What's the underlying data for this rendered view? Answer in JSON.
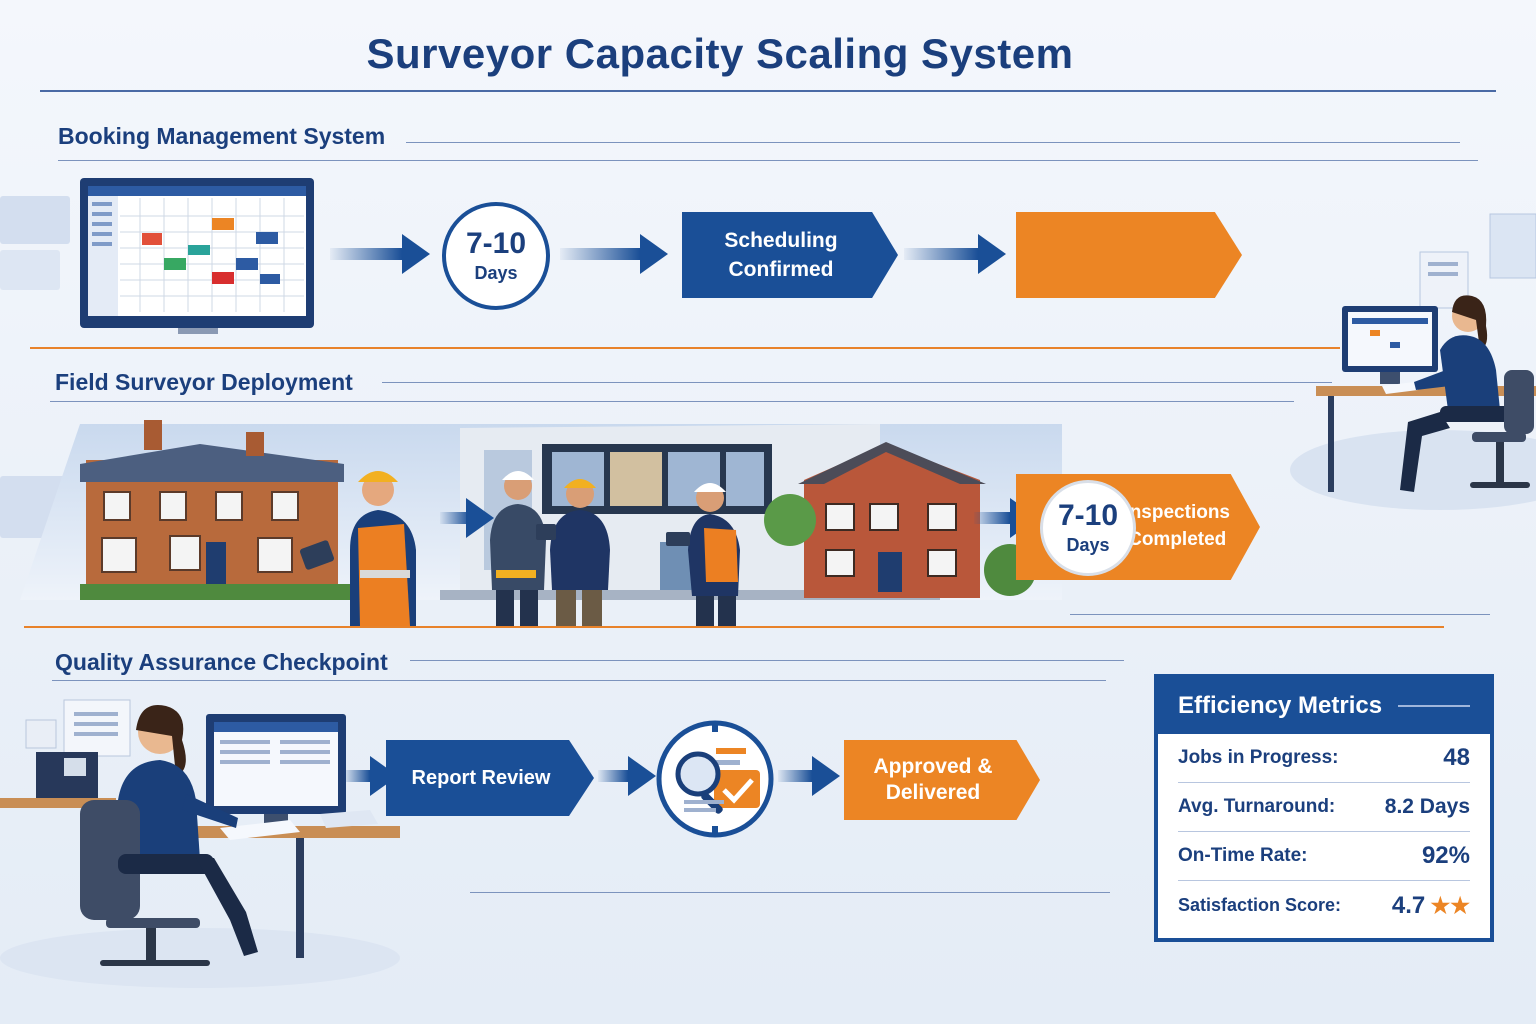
{
  "title": "Surveyor Capacity Scaling System",
  "sections": {
    "booking": {
      "heading": "Booking Management System",
      "clock": {
        "value": "7-10",
        "unit": "Days"
      },
      "step1": "Scheduling\nConfirmed",
      "step2": ""
    },
    "field": {
      "heading": "Field Surveyor Deployment",
      "clock": {
        "value": "7-10",
        "unit": "Days"
      },
      "step": "Inspections\nCompleted"
    },
    "qa": {
      "heading": "Quality Assurance Checkpoint",
      "step1": "Report Review",
      "step2": "Approved &\nDelivered"
    }
  },
  "metrics": {
    "heading": "Efficiency Metrics",
    "rows": [
      {
        "label": "Jobs in Progress:",
        "value": "48"
      },
      {
        "label": "Avg. Turnaround:",
        "value": "8.2 Days"
      },
      {
        "label": "On-Time Rate:",
        "value": "92%"
      },
      {
        "label": "Satisfaction Score:",
        "value": "4.7",
        "stars": "★★"
      }
    ]
  },
  "colors": {
    "primary": "#1a4f97",
    "accent": "#ec8524",
    "heading": "#1b3f7d"
  },
  "icons": [
    "calendar-monitor-icon",
    "clock-icon",
    "magnifier-report-icon",
    "star-icon"
  ]
}
